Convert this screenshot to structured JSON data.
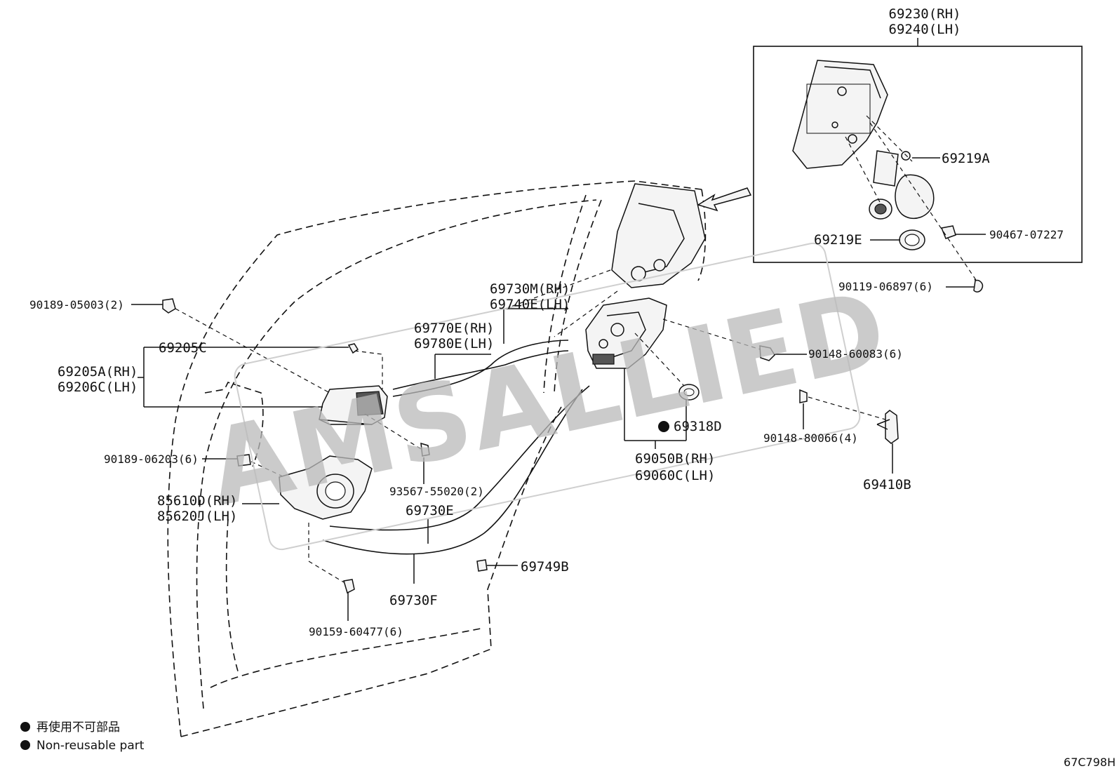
{
  "watermark": "AMSALLIED",
  "figure_code": "67C798H",
  "legend": {
    "japanese": "再使用不可部品",
    "english": "Non-reusable part"
  },
  "labels": {
    "p69230": "69230(RH)",
    "p69240": "69240(LH)",
    "p69219A": "69219A",
    "p69219E": "69219E",
    "p90467": "90467-07227",
    "p90119": "90119-06897(6)",
    "p90148_60083": "90148-60083(6)",
    "p69318D": "69318D",
    "p69050B": "69050B(RH)",
    "p69060C": "69060C(LH)",
    "p90148_80066": "90148-80066(4)",
    "p69410B": "69410B",
    "p69730M": "69730M(RH)",
    "p69740E": "69740E(LH)",
    "p69770E": "69770E(RH)",
    "p69780E": "69780E(LH)",
    "p90189_05003": "90189-05003(2)",
    "p69205C": "69205C",
    "p69205A": "69205A(RH)",
    "p69206C": "69206C(LH)",
    "p90189_06203": "90189-06203(6)",
    "p85610D": "85610D(RH)",
    "p85620J": "85620J(LH)",
    "p93567": "93567-55020(2)",
    "p69730E": "69730E",
    "p69730F": "69730F",
    "p69749B": "69749B",
    "p90159": "90159-60477(6)"
  }
}
